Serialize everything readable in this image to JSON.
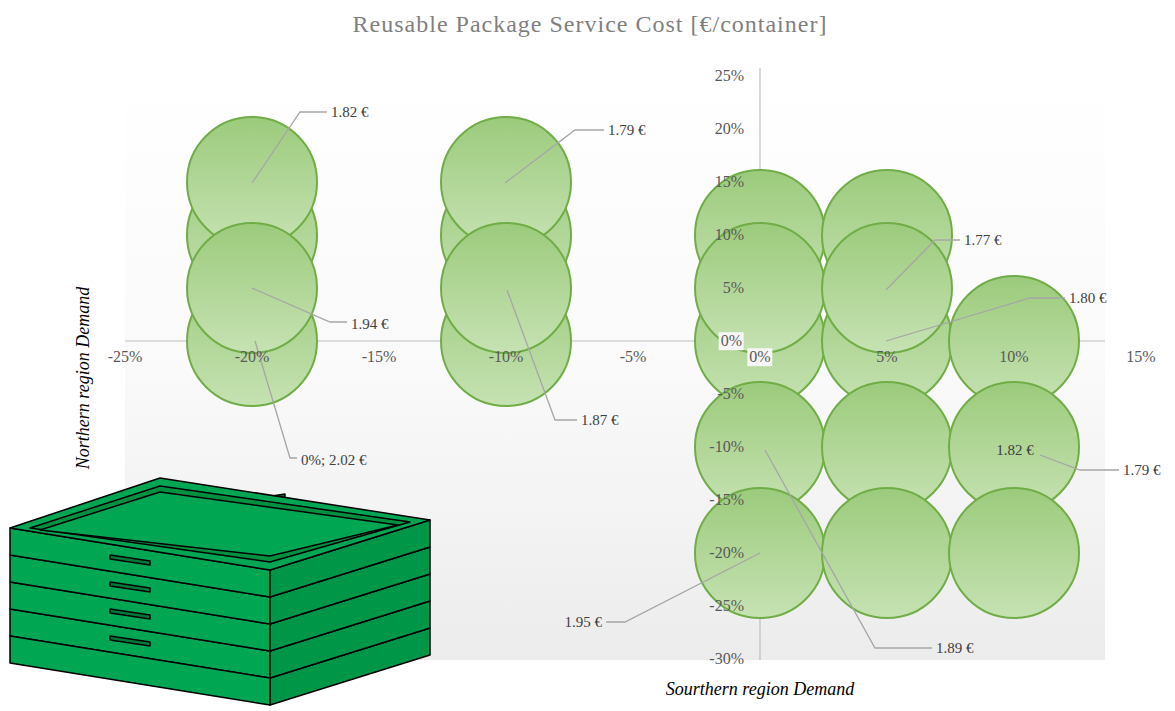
{
  "diagram": {
    "title": "Reusable Package Service Cost [€/container]",
    "labels": [
      "-25%",
      "-20%",
      "-15%",
      "-10%",
      "-5%",
      "0%",
      "5%",
      "10%",
      "15%",
      "25%",
      "20%",
      "15%",
      "10%",
      "5%",
      "0%",
      "-5%",
      "-10%",
      "-15%",
      "-20%",
      "-25%",
      "-30%",
      "Northern region Demand",
      "Sourthern region Demand",
      "1.82 €",
      "1.79 €",
      "1.77 €",
      "1.80 €",
      "1.94 €",
      "1.87 €",
      "0%; 2.02 €",
      "1.82 €",
      "1.79 €",
      "1.95 €",
      "1.89 €"
    ]
  }
}
